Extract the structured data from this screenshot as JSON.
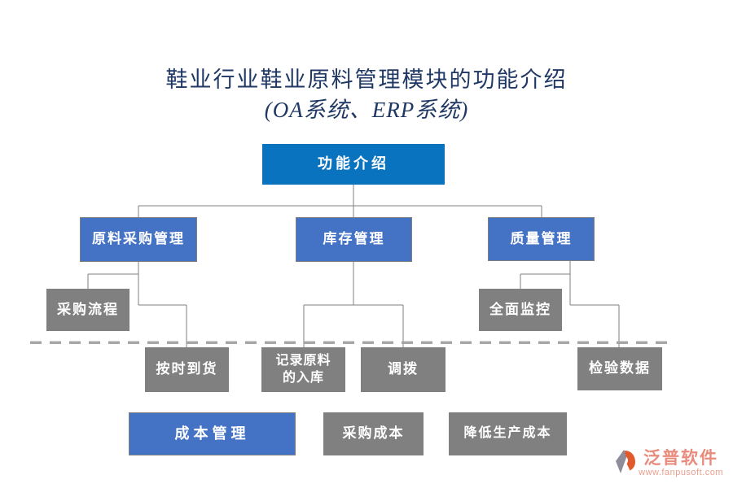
{
  "title": {
    "line1": "鞋业行业鞋业原料管理模块的功能介绍",
    "line2": "(OA系统、ERP系统)"
  },
  "nodes": {
    "root": {
      "label": "功能介绍",
      "level": "header"
    },
    "purchase": {
      "label": "原料采购管理",
      "level": "branch"
    },
    "inventory": {
      "label": "库存管理",
      "level": "branch"
    },
    "quality": {
      "label": "质量管理",
      "level": "branch"
    },
    "process": {
      "label": "采购流程",
      "level": "leaf"
    },
    "monitor": {
      "label": "全面监控",
      "level": "leaf"
    },
    "ontime": {
      "label": "按时到货",
      "level": "leaf"
    },
    "record": {
      "label": "记录原料\n的入库",
      "level": "leaf"
    },
    "transfer": {
      "label": "调拨",
      "level": "leaf"
    },
    "inspect": {
      "label": "检验数据",
      "level": "leaf"
    },
    "cost": {
      "label": "成本管理",
      "level": "branch"
    },
    "purchase_cost": {
      "label": "采购成本",
      "level": "leaf"
    },
    "reduce_cost": {
      "label": "降低生产成本",
      "level": "leaf"
    }
  },
  "watermark": {
    "brand": "泛普软件",
    "url": "www.fanpusoft.com"
  },
  "colors": {
    "header_blue": "#0a73c0",
    "accent_blue": "#4472c4",
    "box_gray": "#808080",
    "connector_gray": "#7f7f7f",
    "dashed_gray": "#a6a6a6",
    "title_navy": "#1f3864",
    "watermark_salmon": "#e98b7c",
    "watermark_salmon_light": "#eb9e8e",
    "logo_orange": "#e05a2c",
    "logo_gray": "#8f8d9a"
  }
}
